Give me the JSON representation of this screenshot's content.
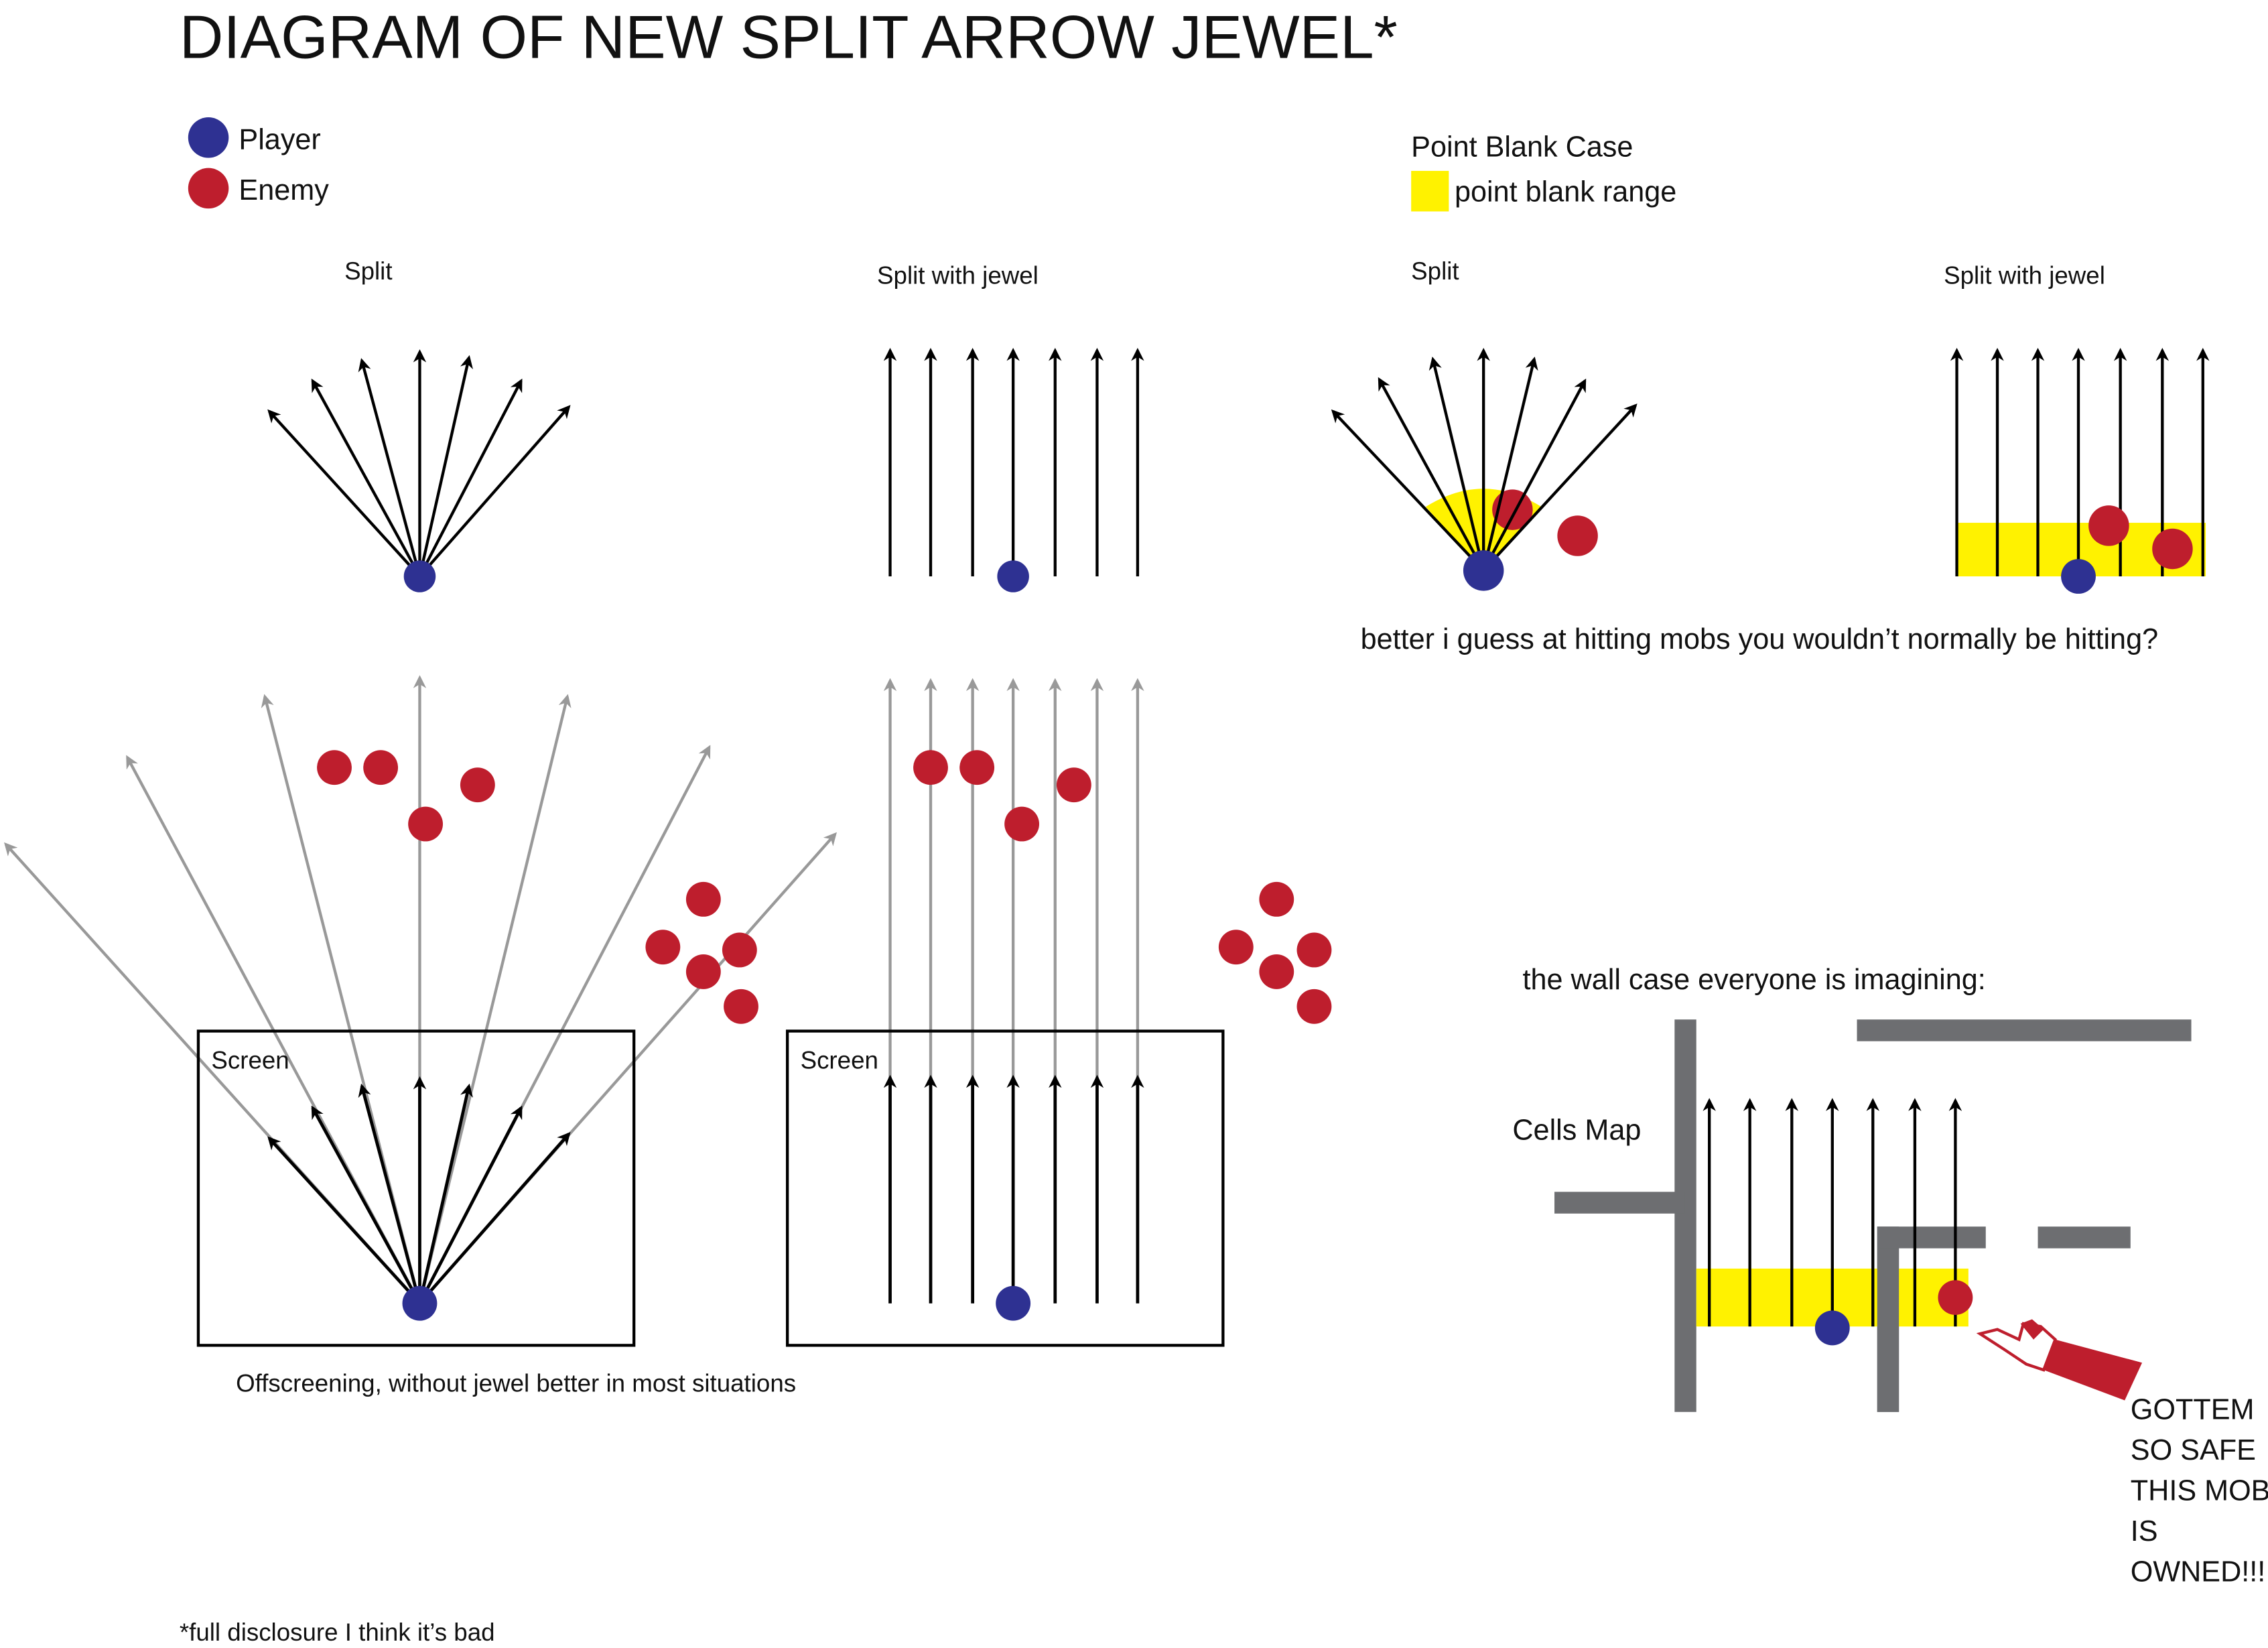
{
  "title": "DIAGRAM OF NEW SPLIT ARROW JEWEL*",
  "colors": {
    "player": "#2e3192",
    "enemy": "#be1e2d",
    "point_blank": "#fff200",
    "wall": "#6d6e71",
    "arrow_dark": "#000000",
    "arrow_light": "#999999"
  },
  "legend": {
    "player_label": "Player",
    "enemy_label": "Enemy"
  },
  "point_blank_legend": {
    "heading": "Point Blank Case",
    "range_label": "point blank range"
  },
  "panels": {
    "split_label": "Split",
    "split_jewel_label": "Split with jewel",
    "pb_split_label": "Split",
    "pb_split_jewel_label": "Split with jewel",
    "pb_caption": "better i guess at hitting mobs you wouldn’t normally be hitting?"
  },
  "offscreen": {
    "screen_label_1": "Screen",
    "screen_label_2": "Screen",
    "caption": "Offscreening, without jewel better in most situations"
  },
  "wall_case": {
    "heading": "the wall case everyone is imagining:",
    "map_label": "Cells Map",
    "gotcha_lines": [
      "GOTTEM",
      "SO SAFE",
      "THIS MOB",
      "IS",
      "OWNED!!!"
    ]
  },
  "footnote": "*full disclosure I think it’s bad"
}
